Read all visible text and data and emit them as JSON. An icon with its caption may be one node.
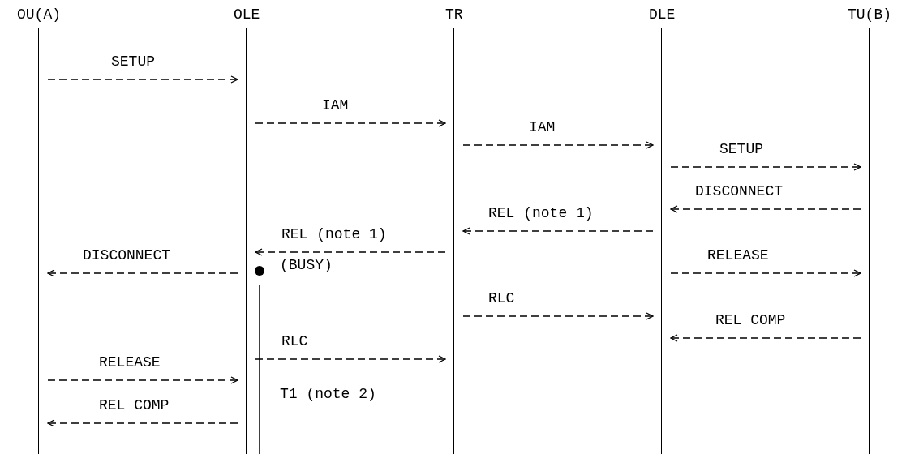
{
  "diagram": {
    "nodes": [
      {
        "text": [
          "OU(A)"
        ]
      },
      {
        "text": [
          "OLE"
        ]
      },
      {
        "text": [
          "TR"
        ]
      },
      {
        "text": [
          "DLE"
        ]
      },
      {
        "text": [
          "TU(B)"
        ]
      }
    ],
    "edges": [
      {
        "from": 0,
        "to": 1,
        "arrow": "to",
        "label": "SETUP",
        "style": "dashed"
      },
      {
        "from": 1,
        "to": 2,
        "arrow": "to",
        "label": "IAM",
        "style": "dashed"
      },
      {
        "from": 2,
        "to": 3,
        "arrow": "to",
        "label": "IAM",
        "style": "dashed"
      },
      {
        "from": 3,
        "to": 4,
        "arrow": "to",
        "label": "SETUP",
        "style": "dashed"
      },
      {
        "from": 4,
        "to": 3,
        "arrow": "to",
        "label": "DISCONNECT",
        "style": "dashed"
      },
      {
        "from": 3,
        "to": 2,
        "arrow": "to",
        "label": "REL (note 1)",
        "style": "dashed"
      },
      {
        "from": 2,
        "to": 1,
        "arrow": "to",
        "label": "REL (note 1)",
        "style": "dashed"
      },
      {
        "from": 1,
        "to": 0,
        "arrow": "to",
        "label": "DISCONNECT",
        "style": "dashed"
      },
      {
        "from": 3,
        "to": 4,
        "arrow": "to",
        "label": "RELEASE",
        "style": "dashed"
      },
      {
        "from": 2,
        "to": 3,
        "arrow": "to",
        "label": "RLC",
        "style": "dashed"
      },
      {
        "from": 4,
        "to": 3,
        "arrow": "to",
        "label": "REL COMP",
        "style": "dashed"
      },
      {
        "from": 1,
        "to": 2,
        "arrow": "to",
        "label": "RLC",
        "style": "dashed"
      },
      {
        "from": 0,
        "to": 1,
        "arrow": "to",
        "label": "RELEASE",
        "style": "dashed"
      },
      {
        "from": 1,
        "to": 0,
        "arrow": "to",
        "label": "REL COMP",
        "style": "dashed"
      }
    ],
    "labels": [
      "(BUSY)",
      "T1 (note 2)"
    ]
  }
}
